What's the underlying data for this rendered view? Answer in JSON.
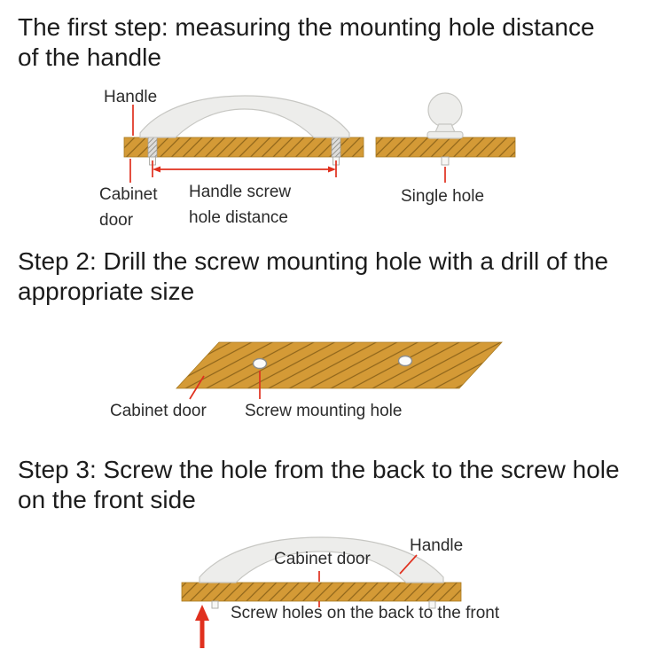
{
  "steps": [
    {
      "heading": "The first step: measuring the mounting hole distance of the handle",
      "labels": {
        "handle": "Handle",
        "cabinet_door": "Cabinet door",
        "hole_distance": "Handle screw hole distance",
        "single_hole": "Single hole"
      }
    },
    {
      "heading": "Step 2: Drill the screw mounting hole with a drill of the appropriate size",
      "labels": {
        "cabinet_door": "Cabinet door",
        "screw_mounting_hole": "Screw mounting hole"
      }
    },
    {
      "heading": "Step 3: Screw the hole from the back to the screw hole on the front side",
      "labels": {
        "cabinet_door": "Cabinet door",
        "handle": "Handle",
        "screw_holes": "Screw holes on the back to the front"
      }
    }
  ],
  "colors": {
    "text": "#1C1C1C",
    "wood": "#D49A36",
    "wood_hatch": "#8E651A",
    "handle_fill": "#EDEDEB",
    "handle_stroke": "#C7C7C3",
    "screw_fill": "#DEDDDB",
    "screw_hatch": "#97968F",
    "nub_fill": "#F7F7F5",
    "nub_stroke": "#A9A9A5",
    "hole_fill": "#FBFBFA",
    "hole_stroke": "#8D8D8B",
    "leader": "#E0301E"
  }
}
